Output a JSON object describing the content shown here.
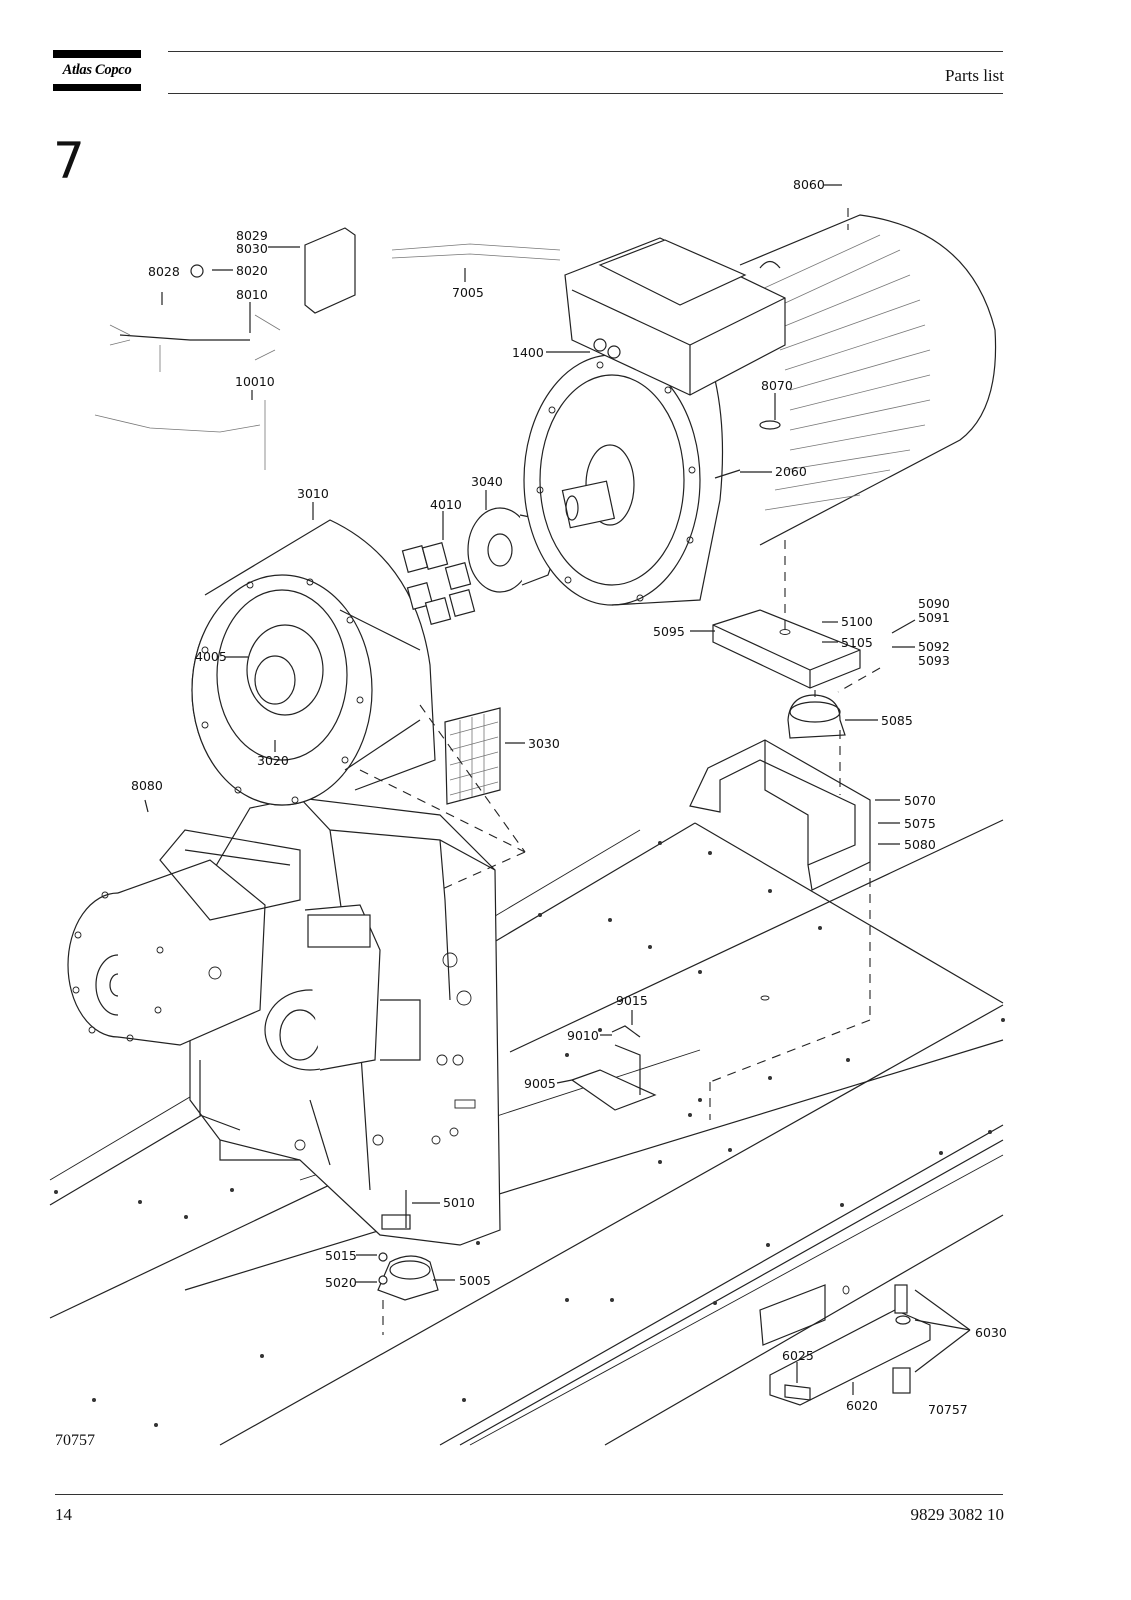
{
  "header": {
    "brand": "Atlas Copco",
    "title": "Parts list"
  },
  "section": {
    "number": "7"
  },
  "drawing": {
    "callouts": {
      "c8060": "8060",
      "c8029": "8029",
      "c8030": "8030",
      "c8028": "8028",
      "c8020": "8020",
      "c8010": "8010",
      "c7005": "7005",
      "c1400": "1400",
      "c10010": "10010",
      "c8070": "8070",
      "c2060": "2060",
      "c3010": "3010",
      "c4010": "4010",
      "c3040": "3040",
      "c5090": "5090",
      "c5091": "5091",
      "c5100": "5100",
      "c5095": "5095",
      "c5105": "5105",
      "c5092": "5092",
      "c5093": "5093",
      "c4005": "4005",
      "c5085": "5085",
      "c3030": "3030",
      "c3020": "3020",
      "c8080": "8080",
      "c5070": "5070",
      "c5075": "5075",
      "c5080": "5080",
      "c9015": "9015",
      "c9010": "9010",
      "c9005": "9005",
      "c5010": "5010",
      "c5015": "5015",
      "c5020": "5020",
      "c5005": "5005",
      "c6030": "6030",
      "c6025": "6025",
      "c6020": "6020",
      "c70757": "70757"
    }
  },
  "figure_id": "70757",
  "footer": {
    "page_number": "14",
    "document_number": "9829 3082 10"
  }
}
